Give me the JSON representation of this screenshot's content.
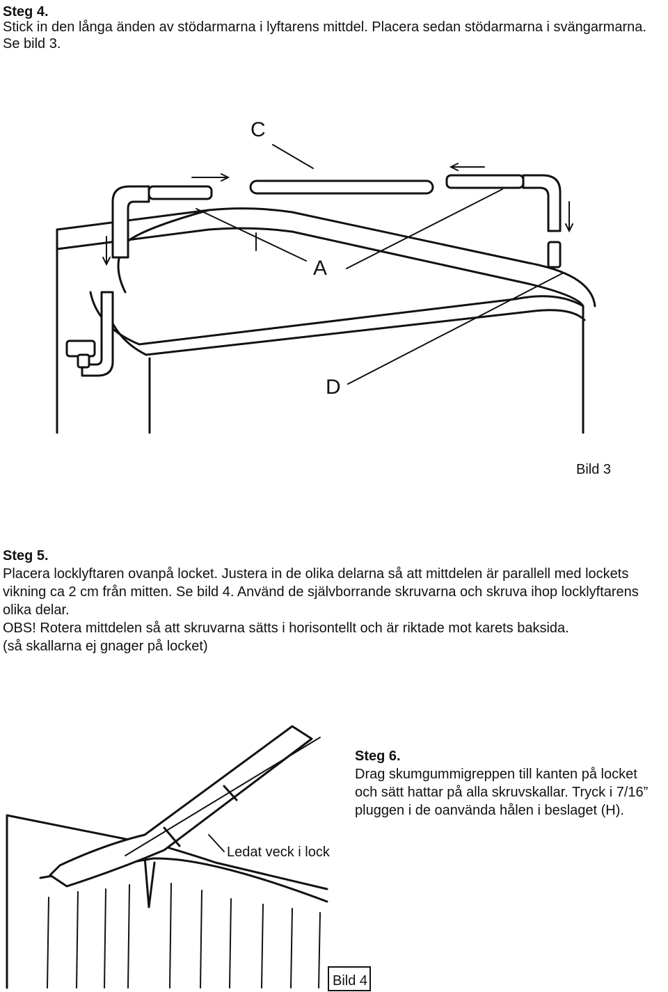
{
  "step4": {
    "heading": "Steg 4.",
    "line1": "Stick in den långa änden av stödarmarna i lyftarens mittdel. Placera sedan stödarmarna i svängarmarna.",
    "line2": "Se bild 3."
  },
  "figure3": {
    "caption": "Bild 3",
    "labels": {
      "c": "C",
      "a": "A",
      "d": "D"
    }
  },
  "step5": {
    "heading": "Steg 5.",
    "line1": "Placera locklyftaren ovanpå locket. Justera in de olika delarna så att mittdelen är parallell med  lockets",
    "line2": "vikning ca 2 cm från mitten. Se bild 4. Använd de självborrande skruvarna och skruva ihop locklyftarens",
    "line3": "olika delar.",
    "line4": "OBS! Rotera mittdelen så att skruvarna sätts i horisontellt och är riktade mot karets baksida.",
    "line5": "(så skallarna ej gnager på locket)"
  },
  "step6": {
    "heading": "Steg 6.",
    "line1": "Drag skumgummigreppen till kanten på locket",
    "line2": "och sätt hattar på alla skruvskallar. Tryck i 7/16”",
    "line3": "pluggen i de oanvända hålen i beslaget (H)."
  },
  "figure4": {
    "caption": "Bild 4",
    "callout": "Ledat veck i lock"
  }
}
